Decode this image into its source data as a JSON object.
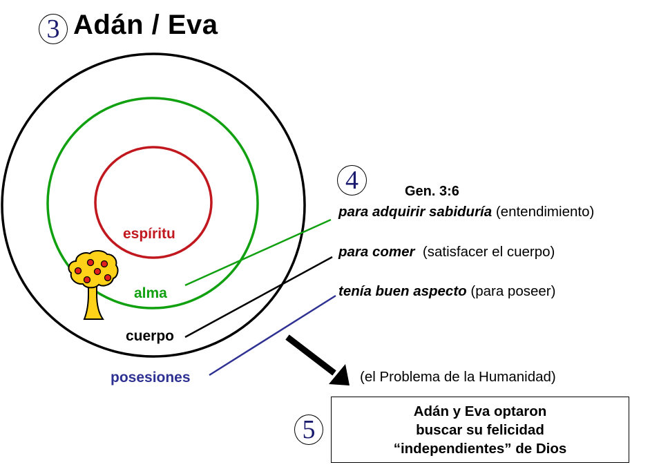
{
  "header": {
    "number": "3",
    "title": "Adán / Eva"
  },
  "colors": {
    "spirit": "#c0181e",
    "soul": "#10a010",
    "body": "#000000",
    "possessions": "#2e3192",
    "badge_digit": "#1a1a6e",
    "tree_fill": "#ffd21a",
    "fruit": "#e0201e"
  },
  "circles": {
    "spirit_label": "espíritu",
    "soul_label": "alma",
    "body_label": "cuerpo",
    "possessions_label": "posesiones"
  },
  "genesis": {
    "number": "4",
    "reference": "Gen. 3:6",
    "lines": [
      {
        "emphasis": "para adquirir sabiduría",
        "note": " (entendimiento)"
      },
      {
        "emphasis": "para comer",
        "note": "  (satisfacer el cuerpo)"
      },
      {
        "emphasis": "tenía buen aspecto",
        "note": " (para poseer)"
      }
    ]
  },
  "conclusion": {
    "caption": "(el Problema de la Humanidad)",
    "number": "5",
    "box_lines": [
      "Adán y Eva optaron",
      "buscar su felicidad",
      "“independientes” de Dios"
    ]
  }
}
